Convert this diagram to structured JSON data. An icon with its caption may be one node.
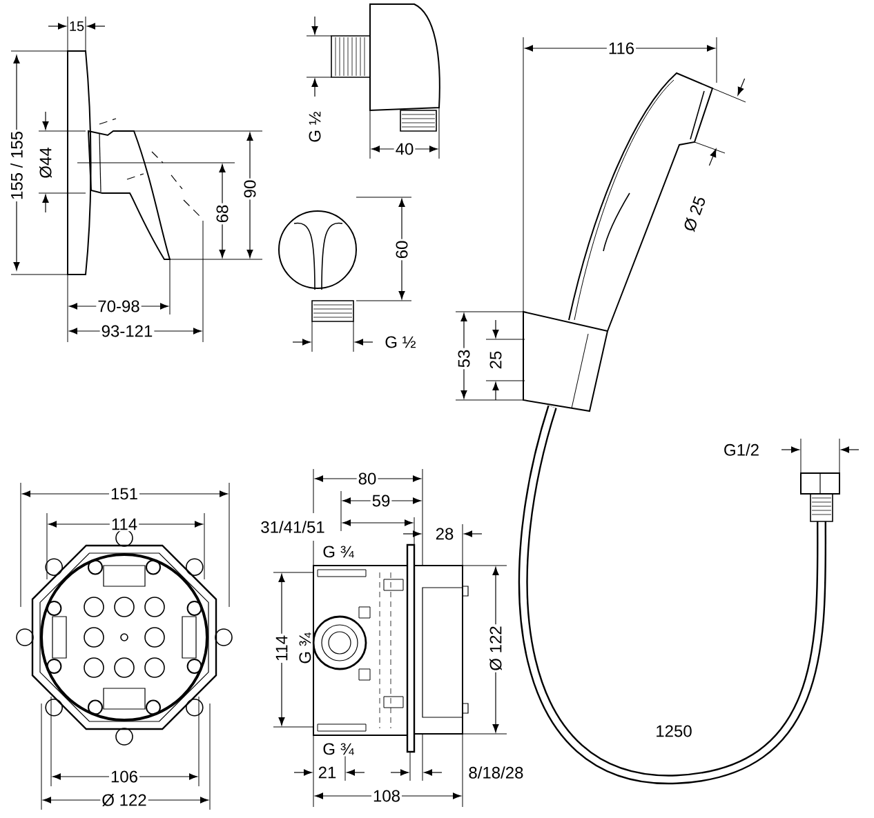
{
  "diagram": {
    "labels": [
      "15",
      "G ½",
      "116",
      "155 / 155",
      "Ø44",
      "40",
      "90",
      "68",
      "Ø 25",
      "60",
      "70-98",
      "93-121",
      "G ½",
      "53",
      "25",
      "G1/2",
      "80",
      "151",
      "59",
      "114",
      "31/41/51",
      "28",
      "G ¾",
      "114",
      "G ¾",
      "Ø 122",
      "1250",
      "G ¾",
      "106",
      "21",
      "8/18/28",
      "Ø 122",
      "108"
    ]
  }
}
